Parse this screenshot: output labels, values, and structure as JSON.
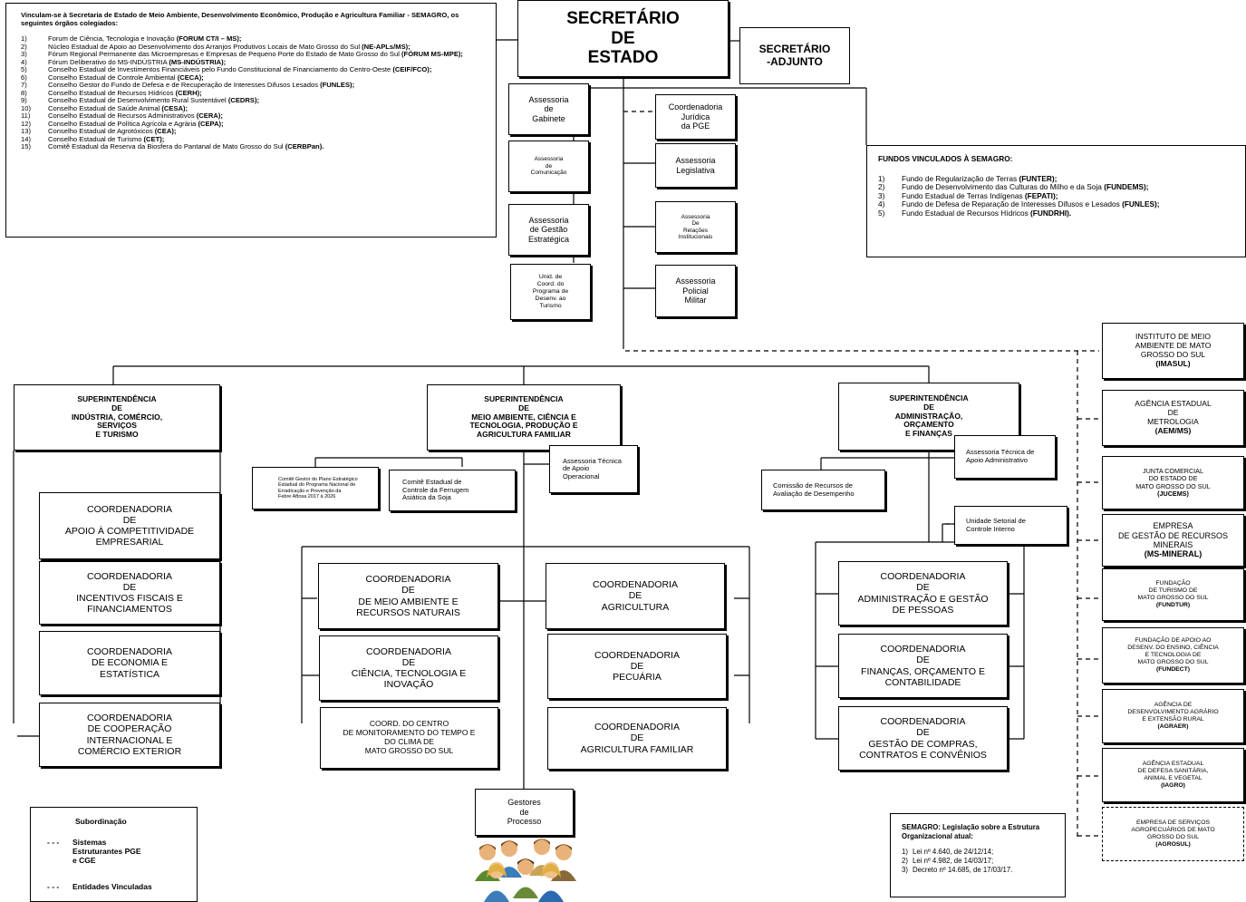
{
  "colegiados": {
    "intro": "Vinculam-se à Secretaria de Estado de Meio Ambiente, Desenvolvimento Econômico, Produção e Agricultura Familiar - SEMAGRO, os seguintes órgãos colegiados:",
    "items": [
      {
        "n": "1)",
        "text": "Forum de Ciência, Tecnologia e Inovação",
        "bold": "(FORUM CT/I – MS);"
      },
      {
        "n": "2)",
        "text": "Núcleo Estadual de Apoio ao Desenvolvimento dos Arranjos Produtivos Locais de Mato Grosso do Sul",
        "bold": "(NE-APLs/MS);"
      },
      {
        "n": "3)",
        "text": "Fórum Regional Permanente das Microempresas e Empresas de Pequeno Porte do Estado de Mato Grosso do Sul",
        "bold": "(FÓRUM MS-MPE);"
      },
      {
        "n": "4)",
        "text": "Fórum Deliberativo do MS-INDÚSTRIA",
        "bold": "(MS-INDÚSTRIA);"
      },
      {
        "n": "5)",
        "text": "Conselho Estadual de Investimentos Financiáveis pelo Fundo Constitucional de Financiamento do Centro-Oeste",
        "bold": "(CEIF/FCO);"
      },
      {
        "n": "6)",
        "text": "Conselho Estadual de Controle Ambiental",
        "bold": "(CECA);"
      },
      {
        "n": "7)",
        "text": "Conselho Gestor do Fundo de Defesa e de Recuperação de Interesses Difusos Lesados",
        "bold": "(FUNLES);"
      },
      {
        "n": "8)",
        "text": "Conselho Estadual de Recursos Hídricos",
        "bold": "(CERH);"
      },
      {
        "n": "9)",
        "text": "Conselho Estadual de Desenvolvimento Rural Sustentável",
        "bold": "(CEDRS);"
      },
      {
        "n": "10)",
        "text": "Conselho Estadual de Saúde Animal",
        "bold": "(CESA);"
      },
      {
        "n": "11)",
        "text": "Conselho Estadual de Recursos Administrativos",
        "bold": "(CERA);"
      },
      {
        "n": "12)",
        "text": "Conselho Estadual de Política Agrícola e Agrária",
        "bold": "(CEPA);"
      },
      {
        "n": "13)",
        "text": "Conselho Estadual de Agrotóxicos",
        "bold": "(CEA);"
      },
      {
        "n": "14)",
        "text": "Conselho Estadual de Turismo",
        "bold": "(CET);"
      },
      {
        "n": "15)",
        "text": "Comitê Estadual da Reserva da Biosfera do Pantanal de Mato Grosso do Sul",
        "bold": "(CERBPan)."
      }
    ]
  },
  "secretario": "SECRETÁRIO\nDE\nESTADO",
  "adjunto": "SECRETÁRIO\n-ADJUNTO",
  "assessorias_left": [
    "Assessoria\nde\nGabinete",
    "Assessoria\nde\nComunicação",
    "Assessoria\nde Gestão\nEstratégica",
    "Unid. de\nCoord. do\nPrograma de\nDesenv. ao\nTurismo"
  ],
  "assessorias_right": [
    "Coordenadoria\nJurídica\nda PGE",
    "Assessoria\nLegislativa",
    "Assessoria\nDe\nRelações\nInstitucionais",
    "Assessoria\nPolicial\nMilitar"
  ],
  "fundos": {
    "title": "FUNDOS VINCULADOS À SEMAGRO:",
    "items": [
      {
        "n": "1)",
        "text": "Fundo de Regularização de Terras",
        "bold": "(FUNTER);"
      },
      {
        "n": "2)",
        "text": "Fundo de Desenvolvimento das Culturas do Milho e da Soja",
        "bold": "(FUNDEMS);"
      },
      {
        "n": "3)",
        "text": "Fundo Estadual de Terras Indígenas",
        "bold": "(FEPATI);"
      },
      {
        "n": "4)",
        "text": "Fundo de Defesa de Reparação de Interesses Difusos e Lesados",
        "bold": "(FUNLES);"
      },
      {
        "n": "5)",
        "text": "Fundo Estadual de Recursos Hídricos",
        "bold": "(FUNDRHI)."
      }
    ]
  },
  "super_industria": "SUPERINTENDÊNCIA\nDE\nINDÚSTRIA, COMÉRCIO,\nSERVIÇOS\nE TURISMO",
  "super_meio": "SUPERINTENDÊNCIA\nDE\nMEIO AMBIENTE, CIÊNCIA E\nTECNOLOGIA, PRODUÇÃO E\nAGRICULTURA FAMILIAR",
  "super_admin": "SUPERINTENDÊNCIA\nDE\nADMINISTRAÇÃO,\nORÇAMENTO\nE FINANÇAS",
  "coord_industria": [
    "COORDENADORIA\nDE\nAPOIO À COMPETITIVIDADE\nEMPRESARIAL",
    "COORDENADORIA\nDE\nINCENTIVOS FISCAIS E\nFINANCIAMENTOS",
    "COORDENADORIA\nDE ECONOMIA E\nESTATÍSTICA",
    "COORDENADORIA\nDE COOPERAÇÃO\nINTERNACIONAL E\nCOMÉRCIO EXTERIOR"
  ],
  "comite_febre": "Comitê Gestor do Plano Estratégico\nEstadual do Programa Nacional de\nErradicação e Prevenção da\nFebre Aftosa 2017 à 2026",
  "comite_ferrugem": "Comitê Estadual de\nControle da Ferrugem\nAsiática da Soja",
  "assessoria_apoio_operacional": "Assessoria Técnica\nde Apoio\nOperacional",
  "coord_meio_left": [
    "COORDENADORIA\nDE\nDE MEIO AMBIENTE E\nRECURSOS NATURAIS",
    "COORDENADORIA\nDE\nCIÊNCIA, TECNOLOGIA E\nINOVAÇÃO",
    "COORD. DO CENTRO\nDE MONITORAMENTO DO TEMPO E\nDO CLIMA DE\nMATO GROSSO DO SUL"
  ],
  "coord_meio_right": [
    "COORDENADORIA\nDE\nAGRICULTURA",
    "COORDENADORIA\nDE\nPECUÁRIA",
    "COORDENADORIA\nDE\nAGRICULTURA FAMILIAR"
  ],
  "gestores": "Gestores\nde\nProcesso",
  "comissao": "Comissão de Recursos de\nAvaliação de Desempenho",
  "assessoria_apoio_admin": "Assessoria Técnica de\nApoio Administrativo",
  "controle_interno": "Unidade Setorial de\nControle Interno",
  "coord_admin": [
    "COORDENADORIA\nDE\nADMINISTRAÇÃO E GESTÃO\nDE PESSOAS",
    "COORDENADORIA\nDE\nFINANÇAS, ORÇAMENTO E\nCONTABILIDADE",
    "COORDENADORIA\nDE\nGESTÃO DE COMPRAS,\nCONTRATOS E CONVÊNIOS"
  ],
  "entidades": [
    {
      "text": "INSTITUTO DE MEIO\nAMBIENTE DE MATO\nGROSSO DO SUL",
      "bold": "(IMASUL)"
    },
    {
      "text": "AGÊNCIA ESTADUAL\nDE\nMETROLOGIA",
      "bold": "(AEM/MS)"
    },
    {
      "text": "JUNTA COMERCIAL\nDO ESTADO DE\nMATO GROSSO DO SUL",
      "bold": "(JUCEMS)"
    },
    {
      "text": "EMPRESA\nDE GESTÃO DE RECURSOS\nMINERAIS",
      "bold": "(MS-MINERAL)"
    },
    {
      "text": "FUNDAÇÃO\nDE TURISMO DE\nMATO GROSSO DO SUL",
      "bold": "(FUNDTUR)"
    },
    {
      "text": "FUNDAÇÃO DE APOIO AO\nDESENV. DO ENSINO, CIÊNCIA\nE TECNOLOGIA DE\nMATO GROSSO DO SUL",
      "bold": "(FUNDECT)"
    },
    {
      "text": "AGÊNCIA DE\nDESENVOLVIMENTO AGRÁRIO\nE EXTENSÃO RURAL",
      "bold": "(AGRAER)"
    },
    {
      "text": "AGÊNCIA ESTADUAL\nDE DEFESA SANITÁRIA,\nANIMAL E VEGETAL",
      "bold": "(IAGRO)"
    },
    {
      "text": "EMPRESA DE SERVIÇOS\nAGROPECUÁRIOS DE MATO\nGROSSO DO SUL",
      "bold": "(AGROSUL)"
    }
  ],
  "legend": {
    "subordinacao": "Subordinação",
    "sistemas": "Sistemas\nEstruturantes  PGE\ne CGE",
    "entidades": "Entidades Vinculadas",
    "dash": "- - -"
  },
  "legislacao": {
    "title": "SEMAGRO: Legislação sobre a Estrutura Organizacional atual:",
    "items": [
      {
        "n": "1)",
        "text": "Lei nº 4.640, de 24/12/14;"
      },
      {
        "n": "2)",
        "text": "Lei nº 4.982, de 14/03/17;"
      },
      {
        "n": "3)",
        "text": "Decreto nº 14.685, de 17/03/17."
      }
    ]
  }
}
